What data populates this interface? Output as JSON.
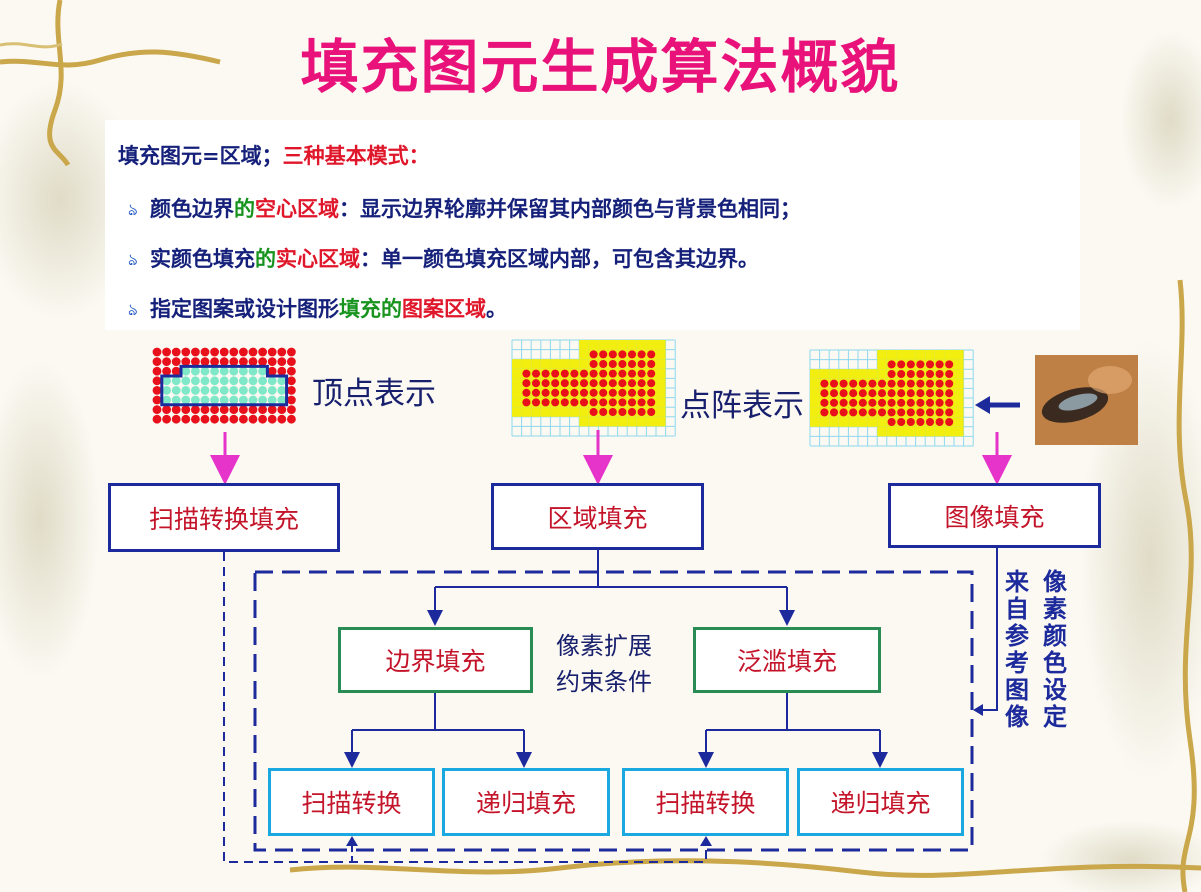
{
  "title": "填充图元生成算法概貌",
  "intro": {
    "part1": "填充图元=区域；",
    "part2": "三种基本模式："
  },
  "bullets": [
    {
      "symbol": "ঌ",
      "parts": [
        "颜色边界",
        "的",
        "空心区域",
        "：显示边界轮廓并保留其内部颜色与背景色相同；"
      ]
    },
    {
      "symbol": "ঌ",
      "parts": [
        "实颜色填充",
        "的",
        "实心区域",
        "：单一颜色填充区域内部，可包含其边界。"
      ]
    },
    {
      "symbol": "ঌ",
      "parts": [
        "指定图案或设计图形",
        "填充的",
        "图案区域",
        "。"
      ]
    }
  ],
  "labels": {
    "vertex": "顶点表示",
    "raster": "点阵表示"
  },
  "boxes": {
    "scan_fill": "扫描转换填充",
    "region_fill": "区域填充",
    "image_fill": "图像填充",
    "boundary_fill": "边界填充",
    "flood_fill": "泛滥填充",
    "scan_convert_1": "扫描转换",
    "recursive_fill_1": "递归填充",
    "scan_convert_2": "扫描转换",
    "recursive_fill_2": "递归填充"
  },
  "constraint": {
    "line1": "像素扩展",
    "line2": "约束条件"
  },
  "vertical_note": {
    "col1": "来自参考图像",
    "col2": "像素颜色设定"
  },
  "colors": {
    "title": "#e8127a",
    "navy": "#15207a",
    "red": "#e0162a",
    "green": "#17931e",
    "arrow_magenta": "#e633c9",
    "dot_red": "#e8101a",
    "dot_cyan": "#7fe8c8",
    "fill_yellow": "#f2ee10",
    "line_blue": "#1c2a9c"
  },
  "icons": {
    "bullet": "curl-bullet-icon",
    "photo": "eye-photo-icon"
  }
}
